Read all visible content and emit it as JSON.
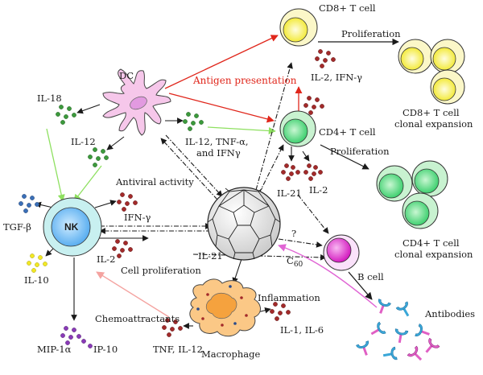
{
  "labels": {
    "dc": "DC",
    "il18": "IL-18",
    "il12_left": "IL-12",
    "il12_tnf_line1": "IL-12, TNF-α,",
    "il12_tnf_line2": "and IFNγ",
    "antigen_presentation": "Antigen presentation",
    "cd8_cell": "CD8+ T cell",
    "cd8_proliferation": "Proliferation",
    "il2_ifn": "IL-2, IFN-γ",
    "cd8_clonal_line1": "CD8+ T cell",
    "cd8_clonal_line2": "clonal expansion",
    "cd4_cell": "CD4+ T cell",
    "cd4_proliferation": "Proliferation",
    "il21_right": "IL-21",
    "il2_right": "IL-2",
    "cd4_clonal_line1": "CD4+ T cell",
    "cd4_clonal_line2": "clonal expansion",
    "antiviral": "Antiviral activity",
    "ifn_gamma": "IFN-γ",
    "tgf_beta": "TGF-β",
    "nk": "NK",
    "il10": "IL-10",
    "il2_left": "IL-2",
    "cell_proliferation": "Cell proliferation",
    "il21_mid": "IL-21",
    "question": "?",
    "c60_main": "C",
    "c60_sub": "60",
    "b_cell": "B cell",
    "inflammation": "Inflammation",
    "il1_il6": "IL-1, IL-6",
    "chemoattractants": "Chemoattractants",
    "mip": "MIP-1α",
    "ip10": "IP-10",
    "tnf_il12": "TNF, IL-12",
    "macrophage": "Macrophage",
    "antibodies": "Antibodies"
  },
  "colors": {
    "red_arrow": "#e0261b",
    "green_arrow": "#8ee060",
    "pink_arrow": "#f4a3a0",
    "magenta_arrow": "#e064d4",
    "dark_arrow": "#1a1a1a",
    "t_cell_yellow": "#f7f04a",
    "t_cell_yellow_outer": "#fbf7c8",
    "cd4_green": "#5fe08a",
    "cd4_green_outer": "#c8f2d0",
    "nk_outer": "#8fdede",
    "nk_inner": "#7cc4ff",
    "b_cell_outer": "#f0b6f0",
    "b_cell_inner": "#e02ccf",
    "dc_fill": "#f6c7ea",
    "macrophage_fill": "#fbc886",
    "dot_red": "#a32a2a",
    "dot_green": "#3c9a3c",
    "dot_blue": "#3a6fb8",
    "dot_yellow": "#f2e824",
    "dot_purple": "#8a3ab8",
    "antibody_blue": "#3aa7d8",
    "antibody_pink": "#e05fc4"
  }
}
